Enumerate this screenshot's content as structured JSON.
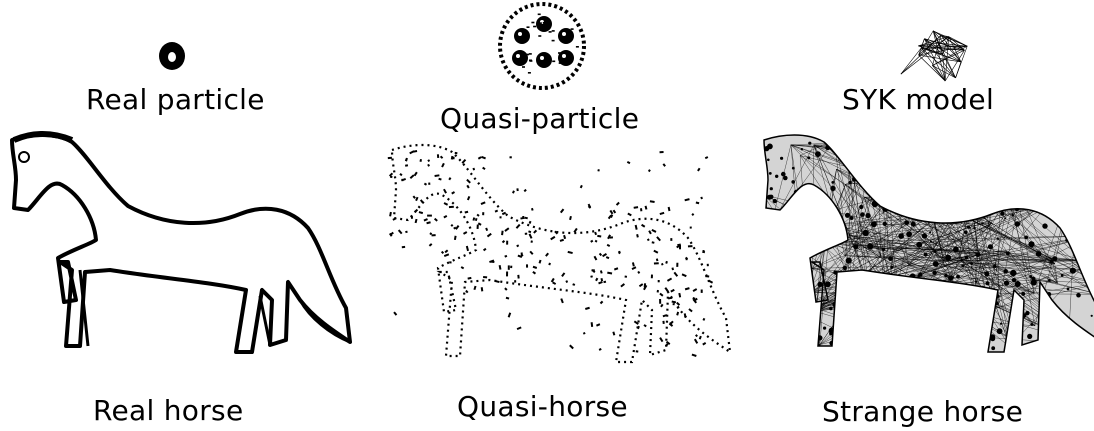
{
  "top_labels": {
    "real_particle": "Real particle",
    "quasi_particle": "Quasi-particle",
    "syk_model": "SYK model"
  },
  "bottom_labels": {
    "real_horse": "Real horse",
    "quasi_horse": "Quasi-horse",
    "strange_horse": "Strange horse"
  },
  "colors": {
    "ink": "#000000",
    "background": "#ffffff"
  }
}
